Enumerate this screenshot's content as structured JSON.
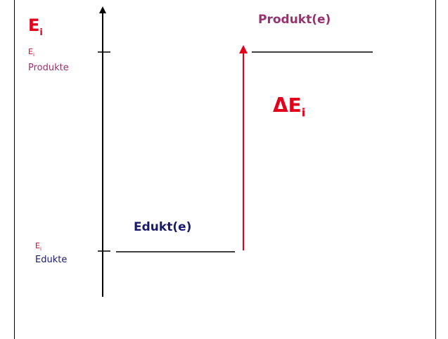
{
  "diagram": {
    "axis_label": {
      "main": "E",
      "sub": "i"
    },
    "products_level": {
      "e_main": "E",
      "e_sub": "i",
      "name": "Produkte"
    },
    "educts_level": {
      "e_main": "E",
      "e_sub": "i",
      "name": "Edukte"
    },
    "product_title": "Produkt(e)",
    "educt_title": "Edukt(e)",
    "delta": {
      "main": "ΔE",
      "sub": "i"
    }
  },
  "colors": {
    "red": "#e3001b",
    "product": "#9b3070",
    "educt": "#1a1a6b",
    "line": "#000000"
  }
}
